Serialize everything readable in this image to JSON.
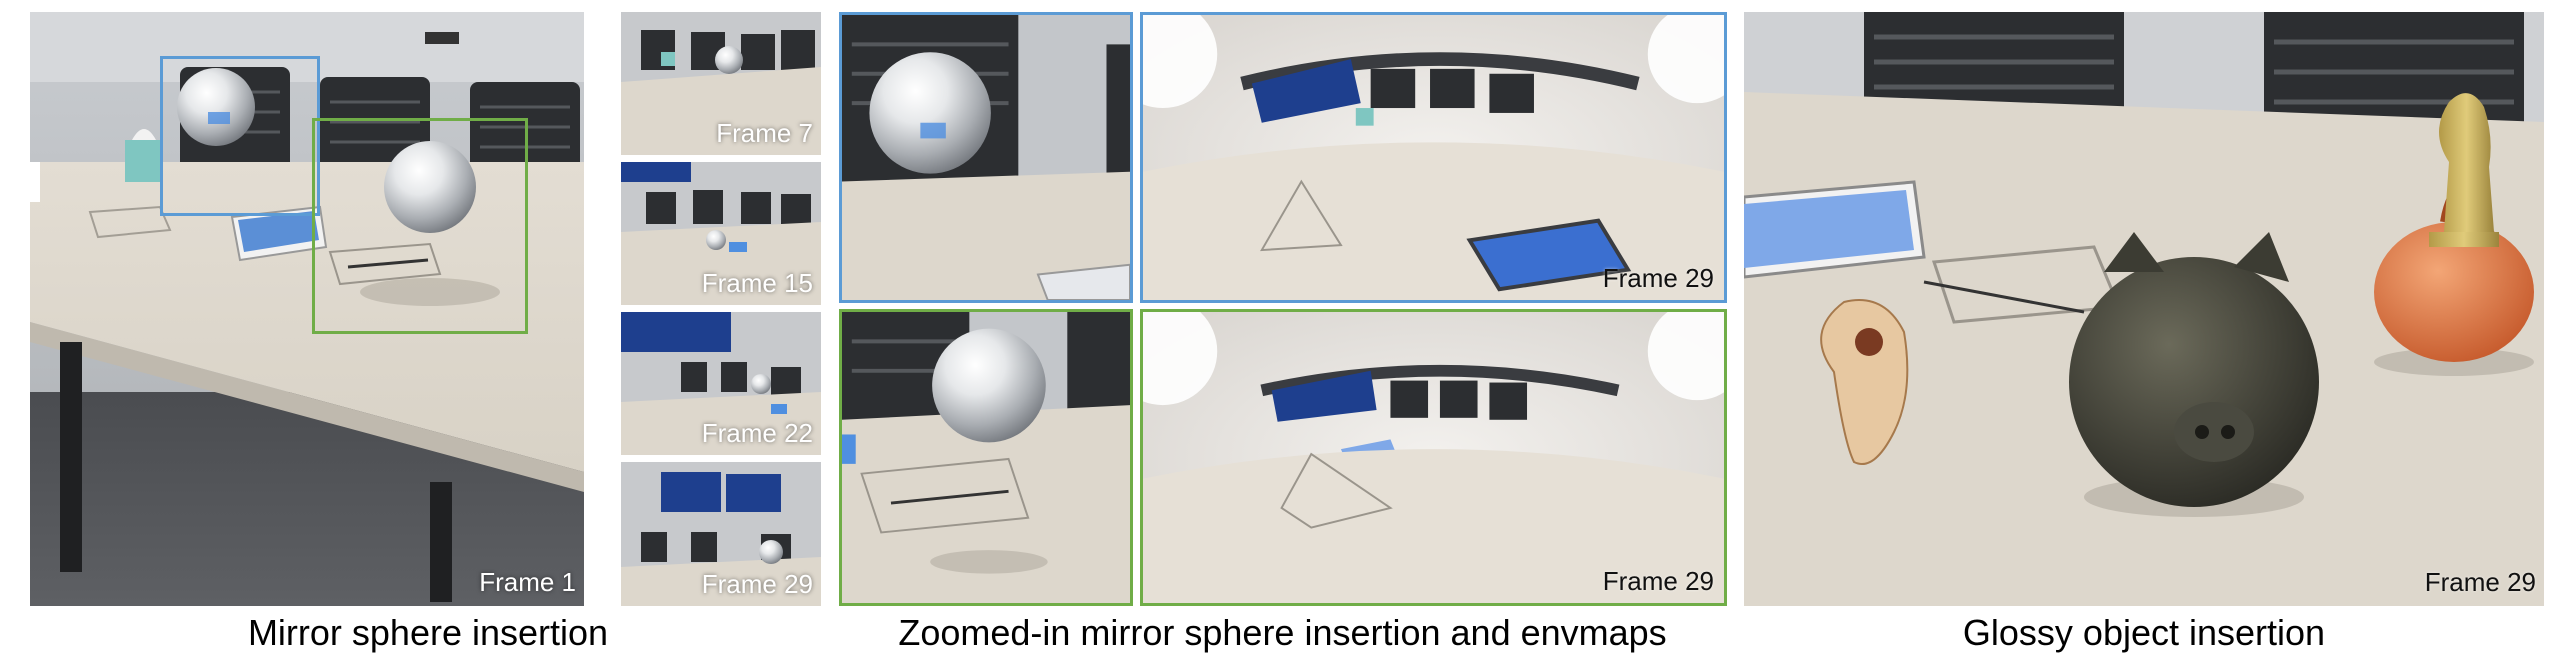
{
  "colors": {
    "blue_box": "#5b9bd5",
    "green_box": "#70ad47"
  },
  "panels": {
    "mirror_sphere": {
      "frame_label": "Frame 1"
    },
    "frame_strip": [
      {
        "label": "Frame 7"
      },
      {
        "label": "Frame 15"
      },
      {
        "label": "Frame 22"
      },
      {
        "label": "Frame 29"
      }
    ],
    "zoom_blue": {
      "envmap_label": "Frame 29"
    },
    "zoom_green": {
      "envmap_label": "Frame 29"
    },
    "glossy": {
      "frame_label": "Frame 29"
    }
  },
  "captions": {
    "left": "Mirror sphere insertion",
    "middle": "Zoomed-in mirror sphere insertion and envmaps",
    "right": "Glossy object insertion"
  }
}
